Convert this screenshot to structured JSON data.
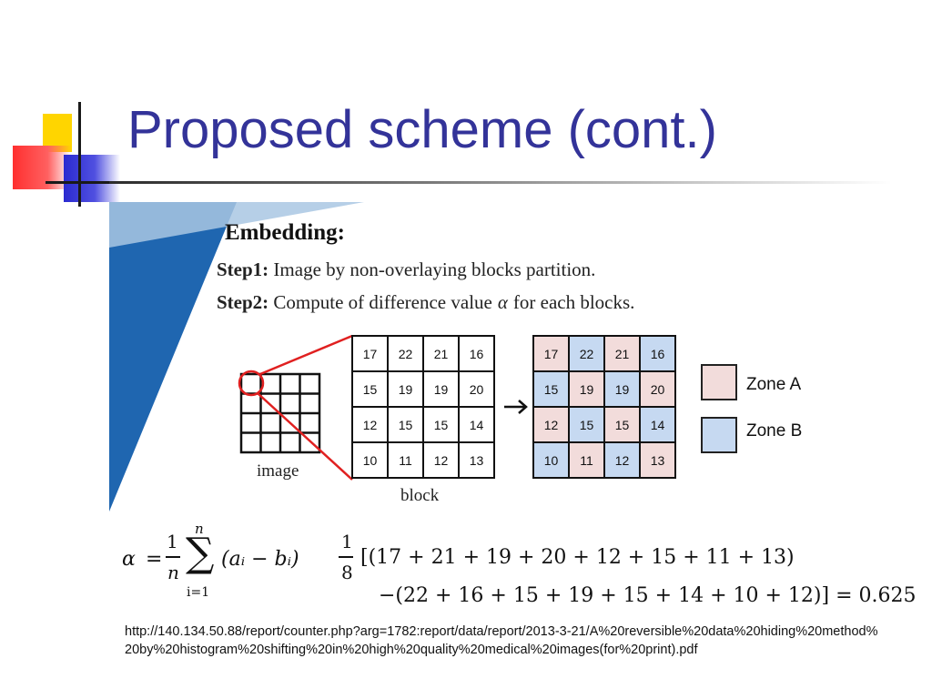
{
  "slide": {
    "title": "Proposed scheme (cont.)",
    "source_url": "http://140.134.50.88/report/counter.php?arg=1782:report/data/report/2013-3-21/A%20reversible%20data%20hiding%20method%20by%20histogram%20shifting%20in%20high%20quality%20medical%20images(for%20print).pdf"
  },
  "figure": {
    "heading": "Embedding:",
    "step1": {
      "label": "Step1:",
      "text": "Image by non-overlaying blocks partition."
    },
    "step2": {
      "label": "Step2:",
      "text_before": "Compute of difference value",
      "symbol": "α",
      "text_after": "for each blocks."
    },
    "image_label": "image",
    "block_label": "block",
    "block_values": [
      [
        "17",
        "22",
        "21",
        "16"
      ],
      [
        "15",
        "19",
        "19",
        "20"
      ],
      [
        "12",
        "15",
        "15",
        "14"
      ],
      [
        "10",
        "11",
        "12",
        "13"
      ]
    ],
    "zone_map": [
      [
        "A",
        "B",
        "A",
        "B"
      ],
      [
        "B",
        "A",
        "B",
        "A"
      ],
      [
        "A",
        "B",
        "A",
        "B"
      ],
      [
        "B",
        "A",
        "B",
        "A"
      ]
    ],
    "legend": {
      "zone_a": "Zone A",
      "zone_b": "Zone B"
    },
    "colors": {
      "zone_a": "#f2dcdb",
      "zone_b": "#c6d9f1",
      "highlight": "#e02020",
      "title": "#333399"
    },
    "formula": {
      "alpha": "α",
      "equals": "=",
      "frac_num": "1",
      "frac_den": "n",
      "sum_symbol": "∑",
      "sum_upper": "n",
      "sum_lower": "i=1",
      "sum_term": "(aᵢ − bᵢ)",
      "eighth_num": "1",
      "eighth_den": "8",
      "line1": "[(17 + 21 + 19 + 20 + 12 + 15 + 11 + 13)",
      "line2": "−(22 + 16 + 15 + 19 + 15 + 14 + 10 + 12)] = 0.625"
    }
  }
}
